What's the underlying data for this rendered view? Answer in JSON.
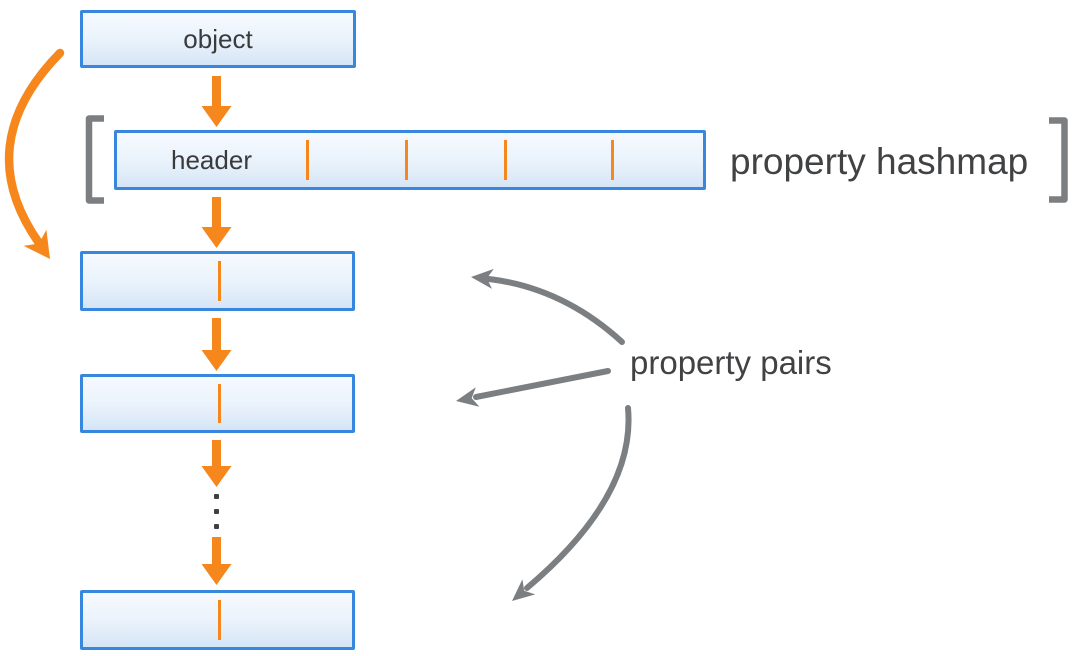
{
  "object_box": {
    "label": "object"
  },
  "header_box": {
    "label": "header",
    "divider_count": 4,
    "cell_count": 5
  },
  "property_pair_boxes": {
    "count": 3,
    "dividers_each": 1
  },
  "annotations": {
    "hashmap_label": "property hashmap",
    "pairs_label": "property pairs"
  },
  "ellipsis": {
    "dot_count": 3
  },
  "icons": {
    "orange_down_arrows": "down-arrow",
    "orange_curved_arrow": "curved-down-left-arrow",
    "gray_pairs_arrows": "curved-pointer-arrow",
    "brackets": "square-bracket"
  },
  "colors": {
    "accent_orange": "#F6871D",
    "box_border_blue": "#3787DE",
    "box_fill_top": "#F6FAFE",
    "box_fill_bottom": "#D5E5F6",
    "gray_arrow": "#7C7F81",
    "bracket_gray": "#7C7F81",
    "label_text": "#3A3B3D",
    "annotation_text": "#414244"
  }
}
